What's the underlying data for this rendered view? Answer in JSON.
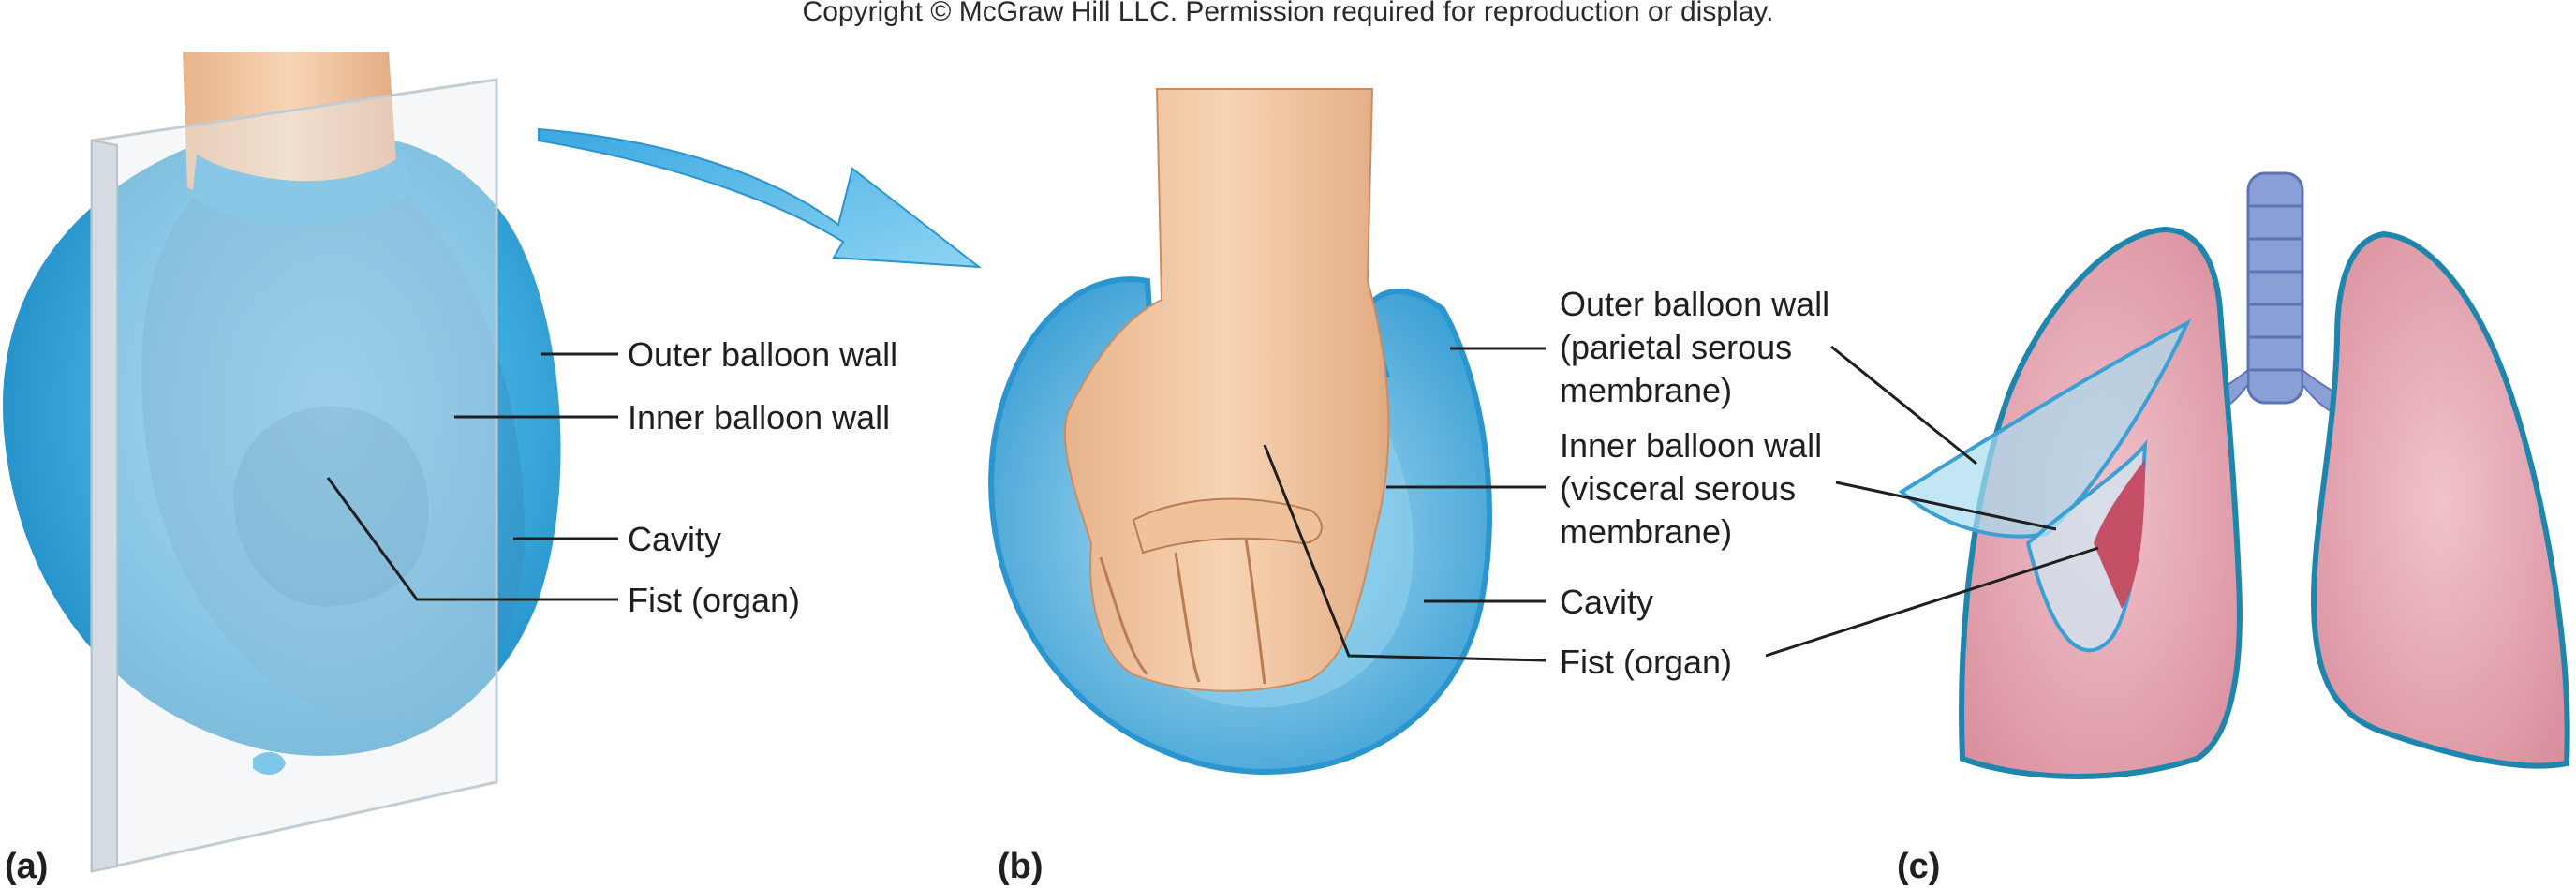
{
  "header": {
    "copyright": "Copyright © McGraw Hill LLC. Permission required for reproduction or display."
  },
  "panel_a": {
    "letter": "(a)",
    "labels": {
      "outer": "Outer balloon wall",
      "inner": "Inner balloon wall",
      "cavity": "Cavity",
      "fist": "Fist (organ)"
    }
  },
  "panel_b": {
    "letter": "(b)",
    "labels": {
      "outer_1": "Outer balloon wall",
      "outer_2": "(parietal serous",
      "outer_3": "membrane)",
      "inner_1": "Inner balloon wall",
      "inner_2": "(visceral serous",
      "inner_3": "membrane)",
      "cavity": "Cavity",
      "fist": "Fist (organ)"
    }
  },
  "panel_c": {
    "letter": "(c)"
  },
  "colors": {
    "balloon": "#2fa3d8",
    "balloon_light": "#8fd0ef",
    "skin": "#f2c7a0",
    "lung": "#d98a98",
    "membrane": "#9fd5ea",
    "text": "#1f1f1f"
  }
}
